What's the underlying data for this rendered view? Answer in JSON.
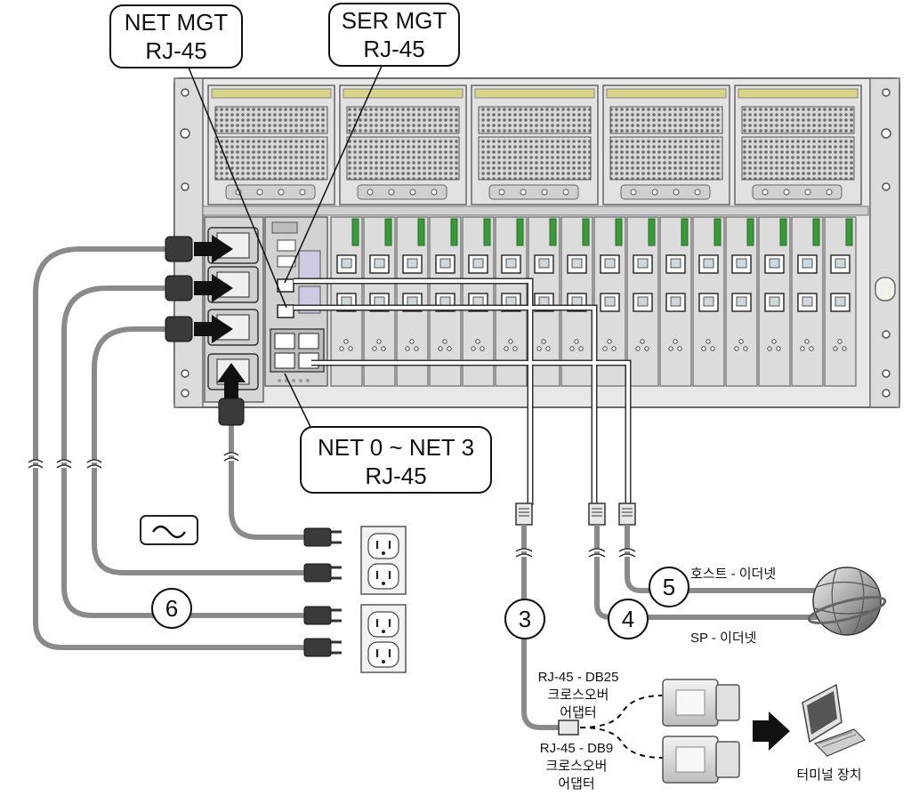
{
  "callouts": {
    "net_mgt": {
      "line1": "NET MGT",
      "line2": "RJ-45"
    },
    "ser_mgt": {
      "line1": "SER MGT",
      "line2": "RJ-45"
    },
    "net_ports": {
      "line1": "NET 0 ~ NET 3",
      "line2": "RJ-45"
    }
  },
  "ac_symbol": "~",
  "cable_numbers": {
    "power": "6",
    "serial": "3",
    "sp_ethernet": "4",
    "host_ethernet": "5"
  },
  "labels": {
    "host_ethernet": "호스트 - 이더넷",
    "sp_ethernet": "SP - 이더넷",
    "adapter_db25": [
      "RJ-45 - DB25",
      "크로스오버",
      "어댑터"
    ],
    "adapter_db9": [
      "RJ-45 - DB9",
      "크로스오버",
      "어댑터"
    ],
    "terminal": "터미널 장치"
  },
  "colors": {
    "chassis": "#e6e6e6",
    "chassis_edge": "#6a6a6a",
    "cable": "#8a8a8a",
    "plug": "#3a3a3a",
    "arrow": "#111111",
    "card_latch": "#3a9a3a",
    "psu_stripe": "#d8d48a"
  }
}
